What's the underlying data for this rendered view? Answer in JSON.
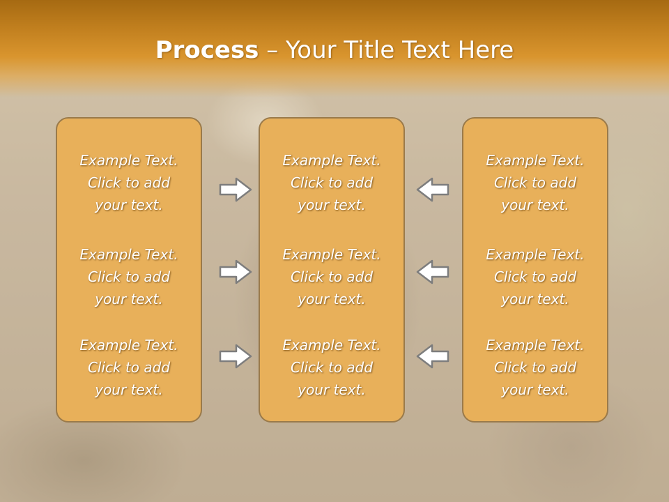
{
  "slide": {
    "title_bold": "Process",
    "title_rest": " – Your Title Text Here"
  },
  "boxes": [
    {
      "id": "left",
      "items": [
        [
          "Example Text.",
          "Click  to add",
          "your text."
        ],
        [
          "Example Text.",
          "Click  to add",
          "your text."
        ],
        [
          "Example Text.",
          "Click  to add",
          "your text."
        ]
      ]
    },
    {
      "id": "center",
      "items": [
        [
          "Example Text.",
          "Click  to add",
          "your text."
        ],
        [
          "Example Text.",
          "Click  to add",
          "your text."
        ],
        [
          "Example Text.",
          "Click  to add",
          "your text."
        ]
      ]
    },
    {
      "id": "right",
      "items": [
        [
          "Example Text.",
          "Click  to add",
          "your text."
        ],
        [
          "Example Text.",
          "Click  to add",
          "your text."
        ],
        [
          "Example Text.",
          "Click  to add",
          "your text."
        ]
      ]
    }
  ],
  "arrows": {
    "left_column": [
      "arrow-right-icon",
      "arrow-right-icon",
      "arrow-right-icon"
    ],
    "right_column": [
      "arrow-left-icon",
      "arrow-left-icon",
      "arrow-left-icon"
    ]
  },
  "colors": {
    "header": "#c2801f",
    "box_fill": "#e8b05a",
    "box_border": "#9a7a4a",
    "text": "#ffffff"
  }
}
